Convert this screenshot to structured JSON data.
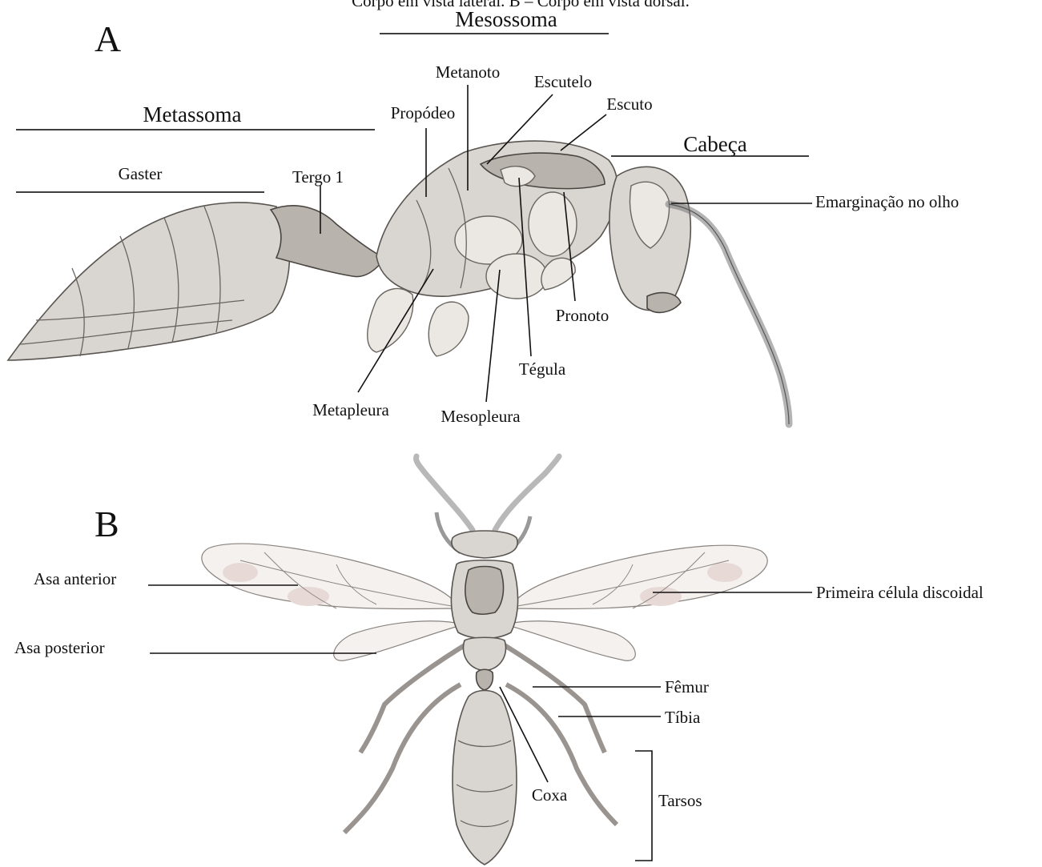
{
  "caption_top": "Corpo em vista lateral. B – Corpo em vista dorsal.",
  "panel_a": {
    "letter": "A",
    "regions": {
      "mesossoma": "Mesossoma",
      "metassoma": "Metassoma",
      "gaster": "Gaster",
      "cabeca": "Cabeça"
    },
    "labels": {
      "metanoto": "Metanoto",
      "escutelo": "Escutelo",
      "escuto": "Escuto",
      "propodeo": "Propódeo",
      "tergo1": "Tergo 1",
      "emarginacao": "Emarginação no olho",
      "pronoto": "Pronoto",
      "tegula": "Tégula",
      "metapleura": "Metapleura",
      "mesopleura": "Mesopleura"
    }
  },
  "panel_b": {
    "letter": "B",
    "labels": {
      "asa_anterior": "Asa anterior",
      "asa_posterior": "Asa posterior",
      "primeira_celula": "Primeira célula discoidal",
      "femur": "Fêmur",
      "tibia": "Tíbia",
      "tarsos": "Tarsos",
      "coxa": "Coxa"
    }
  }
}
